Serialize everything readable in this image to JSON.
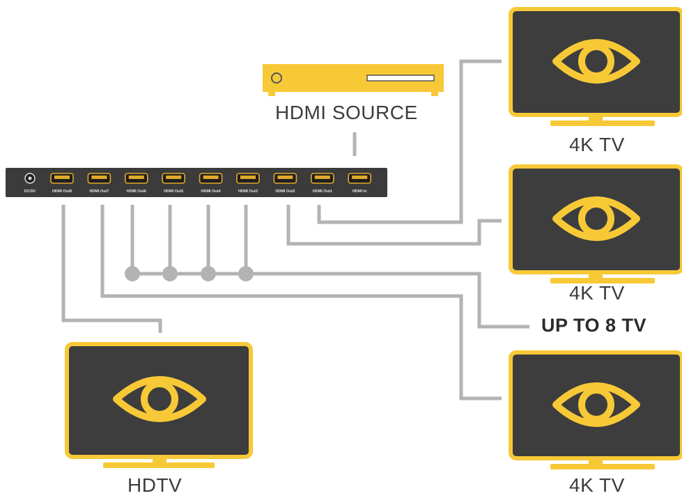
{
  "colors": {
    "accent": "#f7c937",
    "screen": "#3d3d3d",
    "wire": "#b3b3b3",
    "switch_body": "#3b3b3b",
    "label": "#3c3c3c"
  },
  "source": {
    "label": "HDMI SOURCE"
  },
  "switch": {
    "ports": [
      {
        "label": "HDMI Out8"
      },
      {
        "label": "HDMI Out7"
      },
      {
        "label": "HDMI Out6"
      },
      {
        "label": "HDMI Out5"
      },
      {
        "label": "HDMI Out4"
      },
      {
        "label": "HDMI Out3"
      },
      {
        "label": "HDMI Out2"
      },
      {
        "label": "HDMI Out1"
      },
      {
        "label": "HDMI In"
      }
    ],
    "dc_label": "DC/5V"
  },
  "tvs": {
    "tv1": {
      "label": "4K TV",
      "icon": "eye-icon"
    },
    "tv2": {
      "label": "4K TV",
      "icon": "eye-icon"
    },
    "tv3": {
      "label": "4K TV",
      "icon": "eye-icon"
    },
    "hdtv": {
      "label": "HDTV",
      "icon": "eye-icon"
    }
  },
  "note": {
    "label": "UP TO 8 TV"
  }
}
